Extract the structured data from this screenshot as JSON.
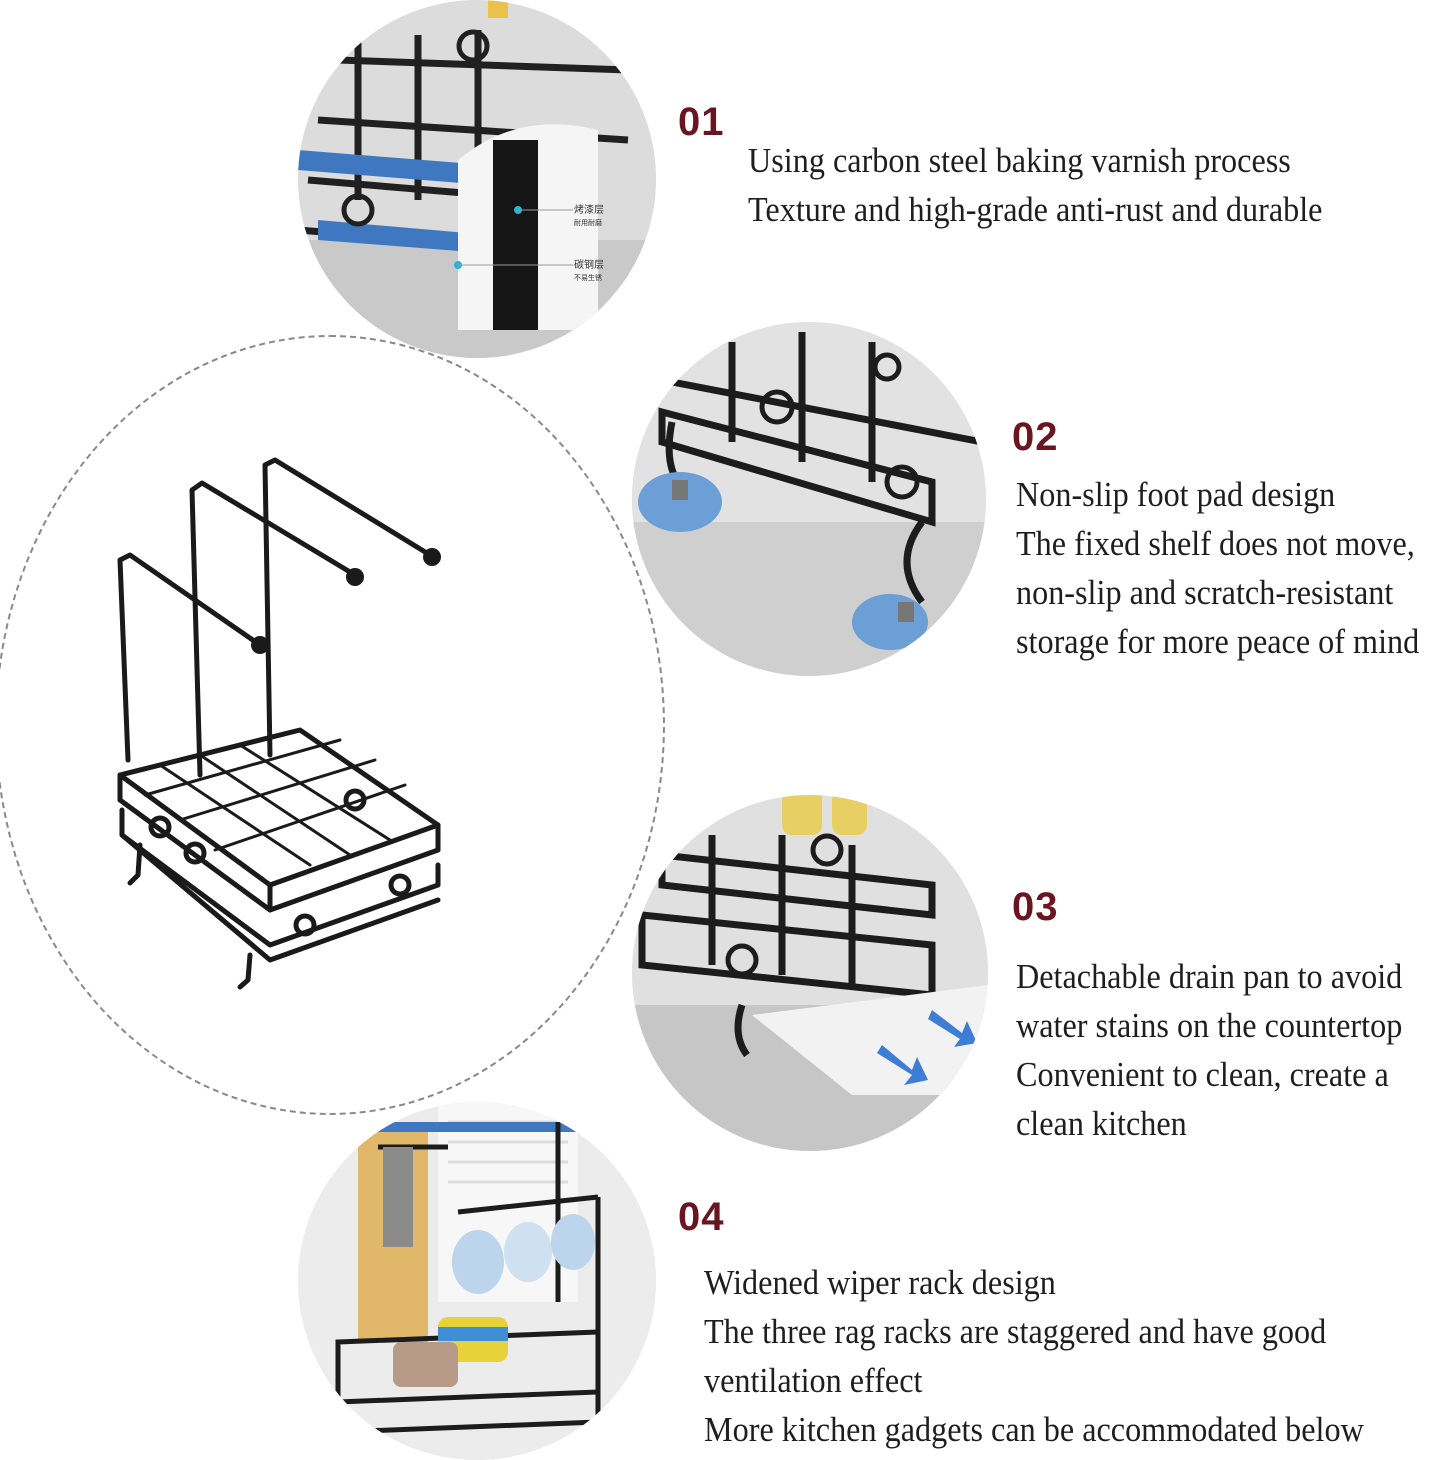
{
  "features": [
    {
      "number": "01",
      "lines": [
        "Using carbon steel baking varnish process",
        "Texture and high-grade anti-rust and durable"
      ],
      "inset_labels": [
        "烤漆层",
        "耐用耐磨",
        "碳钢层",
        "不易生锈"
      ]
    },
    {
      "number": "02",
      "lines": [
        "Non-slip foot pad design",
        "The fixed shelf does not move,",
        "non-slip and scratch-resistant",
        "storage for more peace of mind"
      ]
    },
    {
      "number": "03",
      "lines": [
        "Detachable drain pan to avoid",
        "water stains on the countertop",
        "Convenient to clean, create a",
        "clean kitchen"
      ]
    },
    {
      "number": "04",
      "lines": [
        "Widened wiper rack design",
        "The three rag racks are staggered and have good",
        "ventilation effect",
        "More kitchen gadgets can be accommodated below"
      ]
    }
  ],
  "colors": {
    "number": "#6b1522",
    "text": "#1e1e1e",
    "rack": "#1a1a1a",
    "accent_blue": "#3f78c0",
    "ring": "#8a8a8a"
  },
  "icons": {
    "hero": "sink-caddy-rack-illustration",
    "photo_01": "coating-closeup-photo",
    "photo_02": "foot-pad-closeup-photo",
    "photo_03": "drain-pan-closeup-photo",
    "photo_04": "rack-in-use-photo"
  }
}
